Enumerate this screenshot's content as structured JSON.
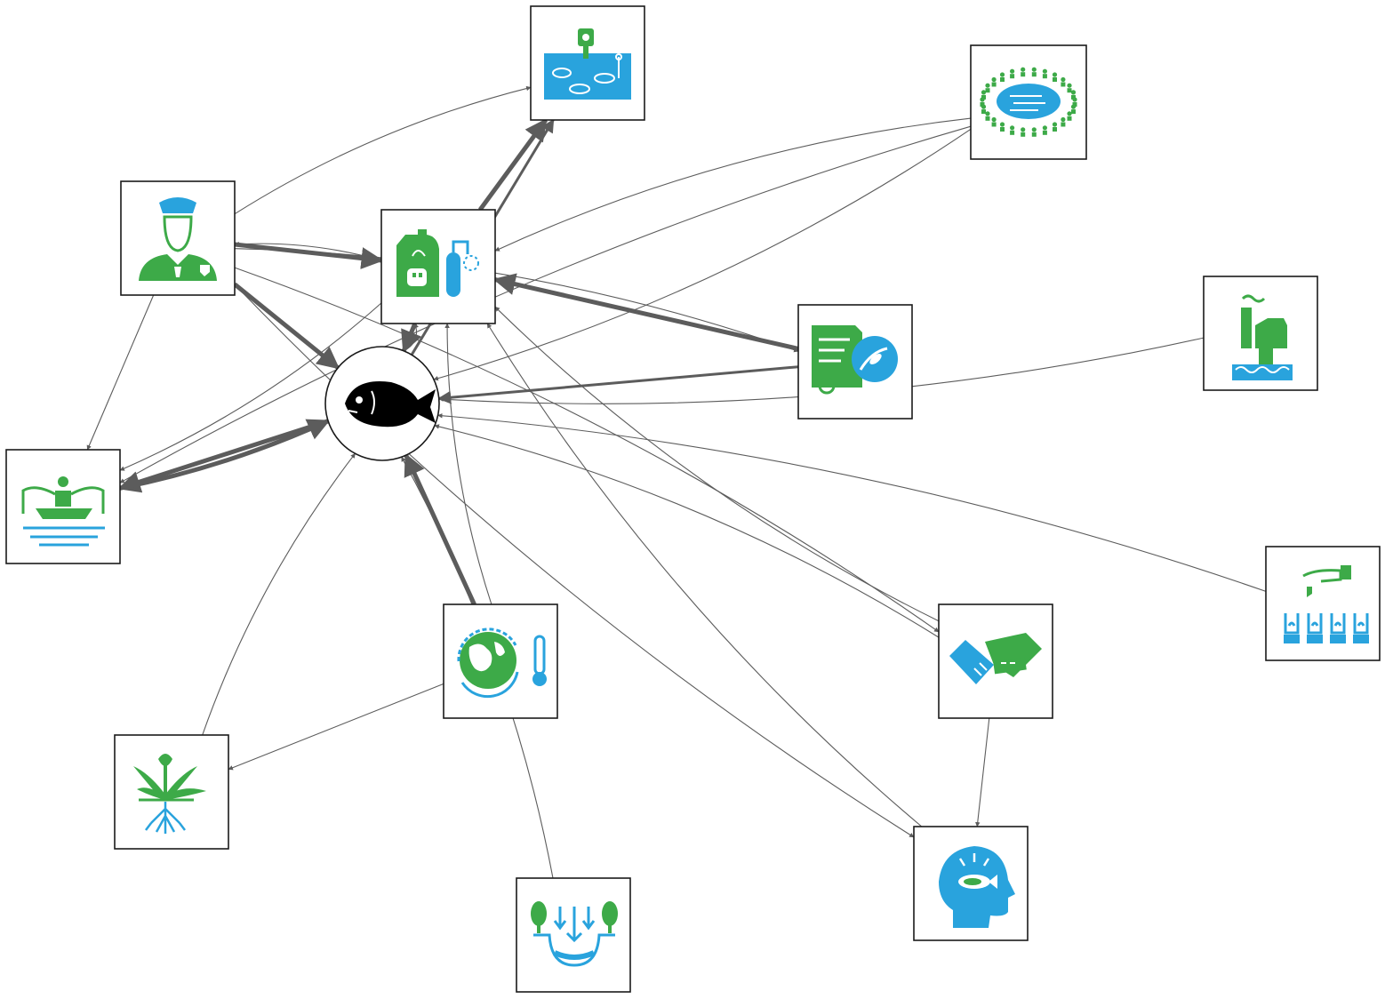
{
  "colors": {
    "green": "#3daa48",
    "blue": "#29a3dd",
    "edge": "#5c5c5c",
    "fish": "#000000",
    "border": "#1a1a1a"
  },
  "nodes": [
    {
      "id": "fish",
      "icon": "fish-icon"
    },
    {
      "id": "aquaculture",
      "icon": "aquaculture-tank-icon"
    },
    {
      "id": "officer",
      "icon": "fisheries-officer-icon"
    },
    {
      "id": "chemicals",
      "icon": "chemical-containers-icon"
    },
    {
      "id": "community",
      "icon": "community-lake-icon"
    },
    {
      "id": "license",
      "icon": "fishing-license-certificate-icon"
    },
    {
      "id": "industry",
      "icon": "industrial-pollution-icon"
    },
    {
      "id": "fisher",
      "icon": "fisher-boat-icon"
    },
    {
      "id": "subsidy",
      "icon": "financial-support-icon"
    },
    {
      "id": "trade",
      "icon": "trade-handshake-icon"
    },
    {
      "id": "climate",
      "icon": "climate-change-icon"
    },
    {
      "id": "plants",
      "icon": "aquatic-plant-icon"
    },
    {
      "id": "knowledge",
      "icon": "fish-knowledge-head-icon"
    },
    {
      "id": "runoff",
      "icon": "runoff-infiltration-icon"
    }
  ],
  "edges": [
    {
      "from": "officer",
      "to": "chemicals",
      "weight": "heavy"
    },
    {
      "from": "officer",
      "to": "fish",
      "weight": "heavy"
    },
    {
      "from": "officer",
      "to": "aquaculture",
      "weight": "light"
    },
    {
      "from": "officer",
      "to": "fisher",
      "weight": "light"
    },
    {
      "from": "officer",
      "to": "license",
      "weight": "light"
    },
    {
      "from": "officer",
      "to": "knowledge",
      "weight": "light"
    },
    {
      "from": "officer",
      "to": "trade",
      "weight": "light"
    },
    {
      "from": "chemicals",
      "to": "aquaculture",
      "weight": "heavy"
    },
    {
      "from": "chemicals",
      "to": "fish",
      "weight": "heavy"
    },
    {
      "from": "chemicals",
      "to": "officer",
      "weight": "light"
    },
    {
      "from": "chemicals",
      "to": "fisher",
      "weight": "light"
    },
    {
      "from": "fish",
      "to": "chemicals",
      "weight": "light"
    },
    {
      "from": "fish",
      "to": "fisher",
      "weight": "heavy"
    },
    {
      "from": "fish",
      "to": "aquaculture",
      "weight": "medium"
    },
    {
      "from": "fisher",
      "to": "fish",
      "weight": "heavy"
    },
    {
      "from": "license",
      "to": "chemicals",
      "weight": "heavy"
    },
    {
      "from": "license",
      "to": "fish",
      "weight": "medium"
    },
    {
      "from": "community",
      "to": "chemicals",
      "weight": "light"
    },
    {
      "from": "community",
      "to": "fish",
      "weight": "light"
    },
    {
      "from": "community",
      "to": "fisher",
      "weight": "light"
    },
    {
      "from": "industry",
      "to": "fish",
      "weight": "light"
    },
    {
      "from": "subsidy",
      "to": "fish",
      "weight": "light"
    },
    {
      "from": "trade",
      "to": "chemicals",
      "weight": "light"
    },
    {
      "from": "trade",
      "to": "fish",
      "weight": "light"
    },
    {
      "from": "trade",
      "to": "knowledge",
      "weight": "light"
    },
    {
      "from": "climate",
      "to": "fish",
      "weight": "heavy"
    },
    {
      "from": "climate",
      "to": "chemicals",
      "weight": "light"
    },
    {
      "from": "climate",
      "to": "plants",
      "weight": "light"
    },
    {
      "from": "plants",
      "to": "fish",
      "weight": "light"
    },
    {
      "from": "runoff",
      "to": "fish",
      "weight": "light"
    },
    {
      "from": "knowledge",
      "to": "chemicals",
      "weight": "light"
    }
  ]
}
